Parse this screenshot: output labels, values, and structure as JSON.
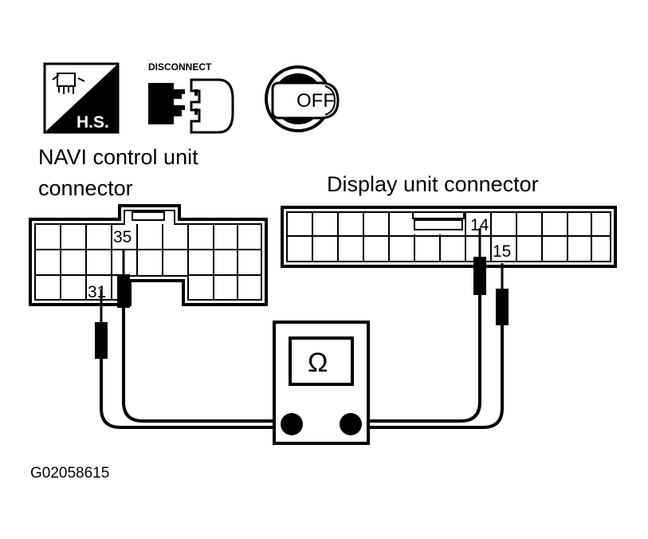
{
  "icons": {
    "hs_label": "H.S.",
    "disconnect_label": "DISCONNECT",
    "off_label": "OFF"
  },
  "labels": {
    "navi_line1": "NAVI control unit",
    "navi_line2": "connector",
    "display": "Display unit connector"
  },
  "pins": {
    "navi_top": "35",
    "navi_bottom": "31",
    "display_top": "14",
    "display_bottom": "15"
  },
  "meter": {
    "symbol": "Ω"
  },
  "figure_id": "G02058615",
  "colors": {
    "ink": "#000000",
    "paper": "#ffffff"
  }
}
